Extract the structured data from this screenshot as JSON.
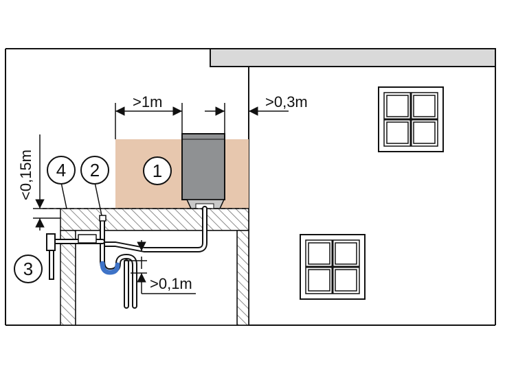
{
  "dimensions": {
    "horizontal_clearance": ">1m",
    "wall_clearance": ">0,3m",
    "height_limit": "<0,15m",
    "trap_depth": ">0,1m"
  },
  "callouts": {
    "c1": "1",
    "c2": "2",
    "c3": "3",
    "c4": "4"
  },
  "colors": {
    "wall_zone": "#E7C7AE",
    "unit_body": "#8F9193",
    "trap_seal": "#3E73C7",
    "roof": "#D9D9D9"
  }
}
